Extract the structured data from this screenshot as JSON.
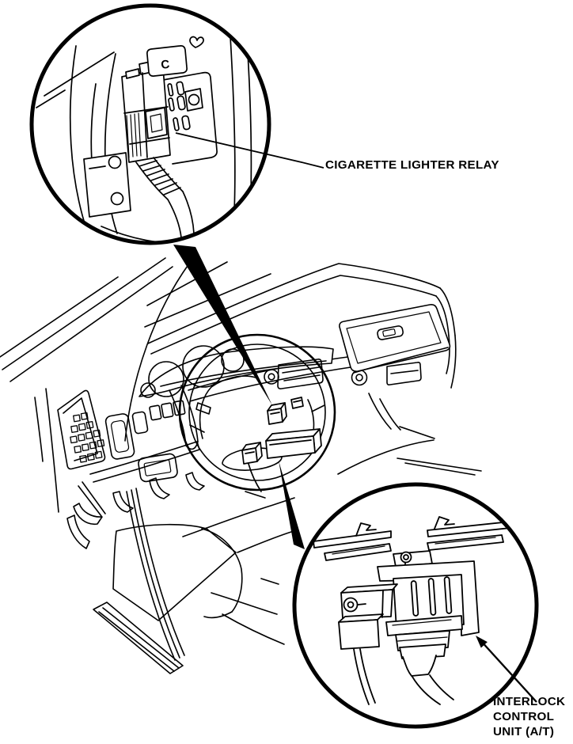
{
  "illustration": {
    "background_color": "#ffffff",
    "line_color": "#000000",
    "callouts": {
      "top_detail": {
        "label": "CIGARETTE LIGHTER RELAY",
        "bracket_letter": "C"
      },
      "bottom_detail": {
        "label_lines": [
          "INTERLOCK",
          "CONTROL",
          "UNIT (A/T)"
        ]
      }
    }
  }
}
